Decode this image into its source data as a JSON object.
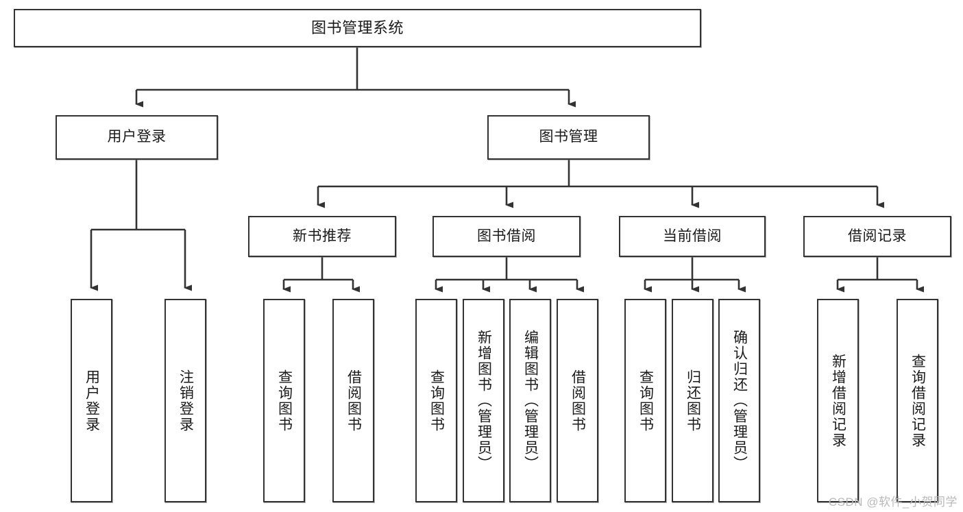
{
  "diagram": {
    "title": "图书管理系统",
    "type": "tree",
    "watermark": "CSDN @软件_小贺同学",
    "colors": {
      "border": "#333333",
      "background": "#ffffff",
      "text": "#1a1a1a",
      "connector": "#333333",
      "watermark": "#b9b9b9"
    },
    "levels": [
      {
        "level": 0,
        "nodes": [
          {
            "id": "root",
            "label": "图书管理系统"
          }
        ]
      },
      {
        "level": 1,
        "nodes": [
          {
            "id": "l1a",
            "label": "用户登录"
          },
          {
            "id": "l1b",
            "label": "图书管理"
          }
        ]
      },
      {
        "level": 2,
        "nodes": [
          {
            "id": "l2a",
            "label": "新书推荐"
          },
          {
            "id": "l2b",
            "label": "图书借阅"
          },
          {
            "id": "l2c",
            "label": "当前借阅"
          },
          {
            "id": "l2d",
            "label": "借阅记录"
          }
        ]
      },
      {
        "level": 3,
        "nodes": [
          {
            "id": "f1",
            "label": "用户登录",
            "parent": "l1a"
          },
          {
            "id": "f2",
            "label": "注销登录",
            "parent": "l1a"
          },
          {
            "id": "f3",
            "label": "查询图书",
            "parent": "l2a"
          },
          {
            "id": "f4",
            "label": "借阅图书",
            "parent": "l2a"
          },
          {
            "id": "f5",
            "label": "查询图书",
            "parent": "l2b"
          },
          {
            "id": "f6",
            "label": "新增图书（管理员）",
            "parent": "l2b"
          },
          {
            "id": "f7",
            "label": "编辑图书（管理员）",
            "parent": "l2b"
          },
          {
            "id": "f8",
            "label": "借阅图书",
            "parent": "l2b"
          },
          {
            "id": "f9",
            "label": "查询图书",
            "parent": "l2c"
          },
          {
            "id": "f10",
            "label": "归还图书",
            "parent": "l2c"
          },
          {
            "id": "f11",
            "label": "确认归还（管理员）",
            "parent": "l2c"
          },
          {
            "id": "f12",
            "label": "新增借阅记录",
            "parent": "l2d"
          },
          {
            "id": "f13",
            "label": "查询借阅记录",
            "parent": "l2d"
          }
        ]
      }
    ]
  }
}
